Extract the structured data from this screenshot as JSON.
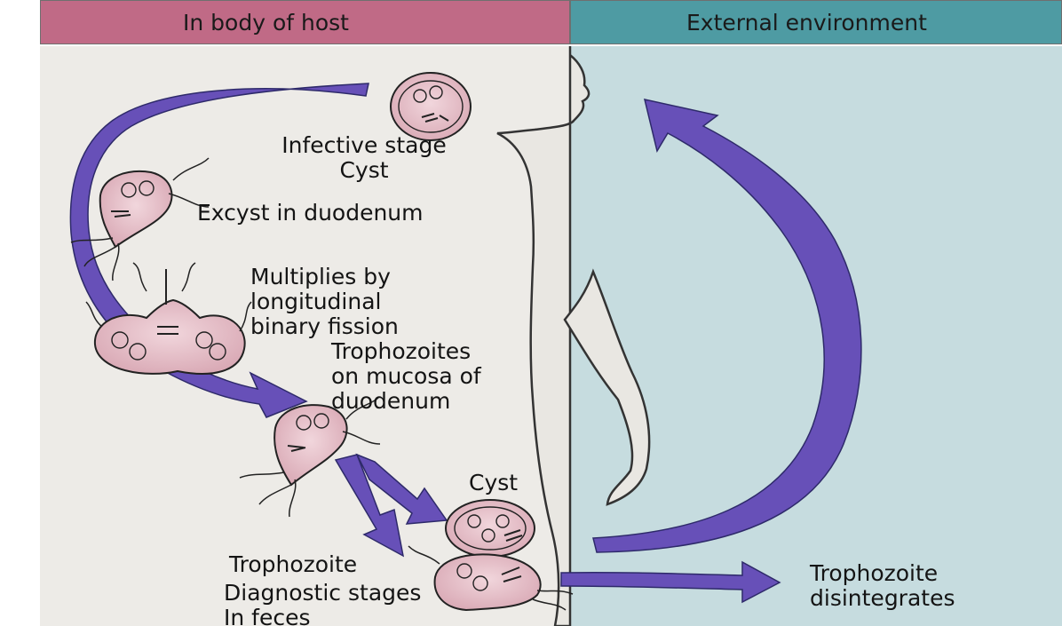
{
  "header": {
    "host": "In body of host",
    "environment": "External environment"
  },
  "labels": {
    "infective": "Infective stage\nCyst",
    "excyst": "Excyst in duodenum",
    "multiplies": "Multiplies by\nlongitudinal\nbinary fission",
    "trophozoites": "Trophozoites\non mucosa of\nduodenum",
    "cyst": "Cyst",
    "trophozoite": "Trophozoite",
    "diagnostic": "Diagnostic stages\nIn feces",
    "disintegrates": "Trophozoite\ndisintegrates"
  },
  "colors": {
    "host_header": "#c06a86",
    "env_header": "#4e9ba3",
    "arrow": "#6750b8",
    "parasite_fill": "#e6c3cc"
  },
  "icons": [
    "cyst-icon",
    "trophozoite-icon",
    "dividing-trophozoite-icon",
    "body-silhouette"
  ]
}
